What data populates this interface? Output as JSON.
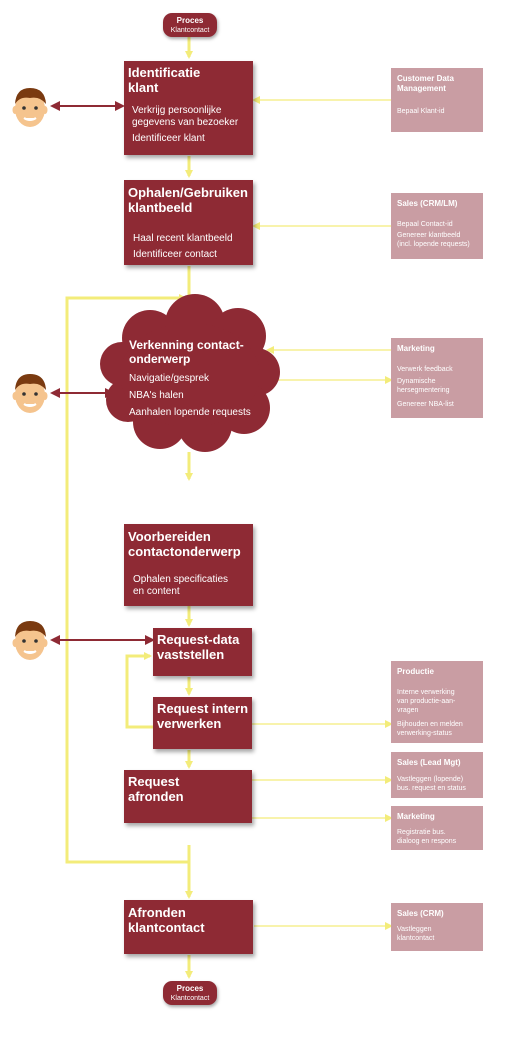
{
  "start": {
    "title": "Proces",
    "subtitle": "Klantcontact"
  },
  "end": {
    "title": "Proces",
    "subtitle": "Klantcontact"
  },
  "steps": [
    {
      "title": "Identificatie\nklant",
      "lines": [
        "Verkrijg persoonlijke\ngegevens van bezoeker",
        "Identificeer klant"
      ]
    },
    {
      "title": "Ophalen/Gebruiken\nklantbeeld",
      "lines": [
        "Haal recent klantbeeld",
        "Identificeer contact"
      ]
    },
    {
      "title": "Verkenning contact-\nonderwerp",
      "lines": [
        "Navigatie/gesprek",
        "NBA's halen",
        "Aanhalen lopende requests"
      ]
    },
    {
      "title": "Voorbereiden\ncontactonderwerp",
      "lines": [
        "Ophalen specificaties\nen content"
      ]
    },
    {
      "title": "Request-data\nvaststellen",
      "lines": []
    },
    {
      "title": "Request intern\nverwerken",
      "lines": []
    },
    {
      "title": "Request\nafronden",
      "lines": []
    },
    {
      "title": "Afronden\nklantcontact",
      "lines": []
    }
  ],
  "systems": [
    {
      "title": "Customer Data\nManagement",
      "lines": [
        "Bepaal Klant-id"
      ]
    },
    {
      "title": "Sales (CRM/LM)",
      "lines": [
        "Bepaal Contact-id",
        "Genereer klantbeeld\n(incl. lopende requests)"
      ]
    },
    {
      "title": "Marketing",
      "lines": [
        "Verwerk feedback",
        "Dynamische\nhersegmentering",
        "Genereer NBA-list"
      ]
    },
    {
      "title": "Productie",
      "lines": [
        "Interne verwerking\nvan productie-aan-\nvragen",
        "Bijhouden en melden\nverwerking-status"
      ]
    },
    {
      "title": "Sales (Lead Mgt)",
      "lines": [
        "Vastleggen (lopende)\nbus. request en status"
      ]
    },
    {
      "title": "Marketing",
      "lines": [
        "Registratie bus.\ndialoog en respons"
      ]
    },
    {
      "title": "Sales (CRM)",
      "lines": [
        "Vastleggen\nklantcontact"
      ]
    }
  ],
  "colors": {
    "process": "#8e2a34",
    "system": "#c99da3",
    "flow": "#f3ec7a",
    "link": "#8e2a34"
  },
  "icons": [
    "customer-avatar-icon",
    "customer-avatar-icon",
    "customer-avatar-icon"
  ]
}
